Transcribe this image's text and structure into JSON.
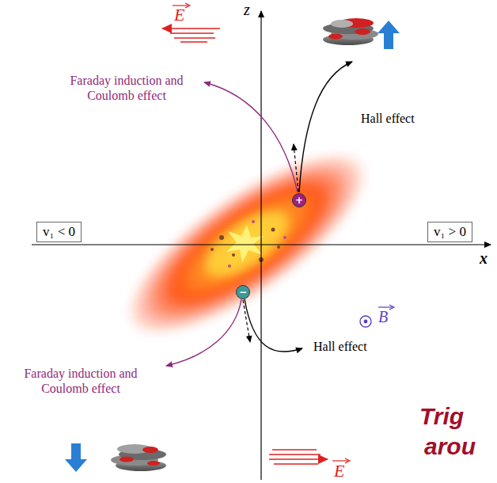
{
  "diagram": {
    "nodes": [
      {
        "text": [
          "v₁ < 0"
        ]
      },
      {
        "text": [
          "v₁ > 0"
        ]
      },
      {
        "text": [
          "+"
        ]
      },
      {
        "text": [
          "−"
        ]
      }
    ],
    "labels": [
      "z",
      "E",
      "Faraday induction and Coulomb effect",
      "Hall effect",
      "x",
      "B",
      "Hall effect",
      "Faraday induction and Coulomb effect",
      "Trig",
      "arou",
      "E"
    ]
  }
}
